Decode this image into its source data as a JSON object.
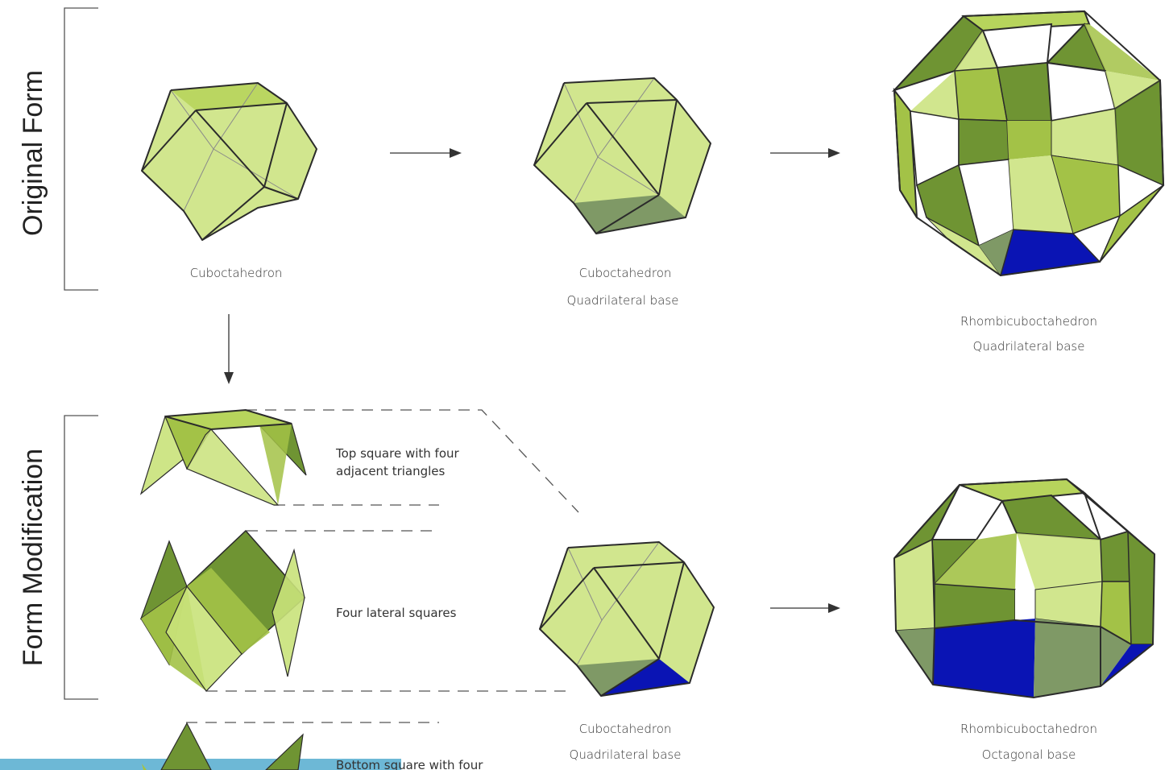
{
  "sections": {
    "original_form": "Original Form",
    "form_modification": "Form Modification"
  },
  "captions": {
    "cuboctahedron_1": "Cuboctahedron",
    "cuboctahedron_2_name": "Cuboctahedron",
    "cuboctahedron_2_base": "Quadrilateral base",
    "rhombi_1_name": "Rhombicuboctahedron",
    "rhombi_1_base": "Quadrilateral base",
    "cuboctahedron_3_name": "Cuboctahedron",
    "cuboctahedron_3_base": "Quadrilateral base",
    "rhombi_2_name": "Rhombicuboctahedron",
    "rhombi_2_base": "Octagonal base"
  },
  "notes": {
    "top_square_line1": "Top square with four",
    "top_square_line2": "adjacent triangles",
    "lateral_squares": "Four lateral squares",
    "bottom_square_line1": "Bottom square with four"
  },
  "colors": {
    "light_green": "#c9e27a",
    "mid_green": "#a3c247",
    "dark_green": "#6f9433",
    "grey_green": "#7f9966",
    "blue": "#0a14b4",
    "bar_blue": "#6db8d6"
  }
}
